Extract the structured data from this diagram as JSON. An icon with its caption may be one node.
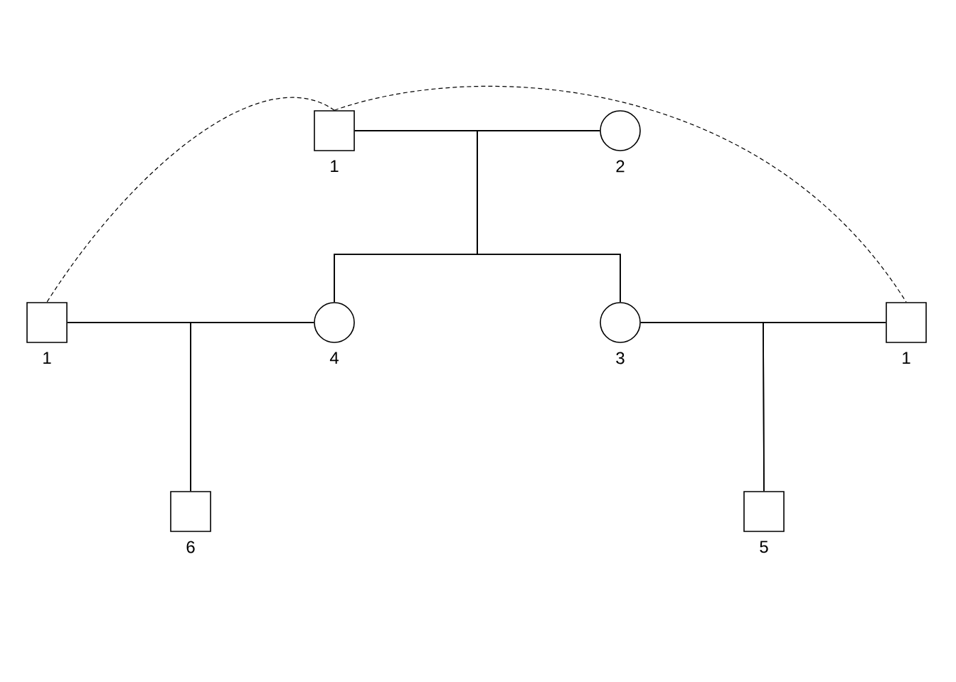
{
  "diagram": {
    "nodes": [
      {
        "text": [],
        "shape": "box",
        "beside": [
          "1"
        ]
      },
      {
        "text": [],
        "shape": "circle",
        "beside": [
          "2"
        ]
      },
      {
        "text": [],
        "shape": "box",
        "beside": [
          "1"
        ]
      },
      {
        "text": [],
        "shape": "circle",
        "beside": [
          "4"
        ]
      },
      {
        "text": [],
        "shape": "circle",
        "beside": [
          "3"
        ]
      },
      {
        "text": [],
        "shape": "box",
        "beside": [
          "1"
        ]
      },
      {
        "text": [],
        "shape": "box",
        "beside": [
          "6"
        ]
      },
      {
        "text": [],
        "shape": "box",
        "beside": [
          "5"
        ]
      }
    ],
    "edges": [
      {
        "from": 0,
        "to": 1,
        "arrow": "none"
      },
      {
        "from": 0,
        "to": 3,
        "arrow": "none"
      },
      {
        "from": 1,
        "to": 3,
        "arrow": "none"
      },
      {
        "from": 0,
        "to": 4,
        "arrow": "none"
      },
      {
        "from": 1,
        "to": 4,
        "arrow": "none"
      },
      {
        "from": 2,
        "to": 3,
        "arrow": "none"
      },
      {
        "from": 2,
        "to": 6,
        "arrow": "none"
      },
      {
        "from": 3,
        "to": 6,
        "arrow": "none"
      },
      {
        "from": 4,
        "to": 5,
        "arrow": "none"
      },
      {
        "from": 4,
        "to": 7,
        "arrow": "none"
      },
      {
        "from": 5,
        "to": 7,
        "arrow": "none"
      },
      {
        "from": 0,
        "to": 2,
        "arrow": "none",
        "style": "dashed"
      },
      {
        "from": 0,
        "to": 5,
        "arrow": "none",
        "style": "dashed"
      }
    ]
  }
}
